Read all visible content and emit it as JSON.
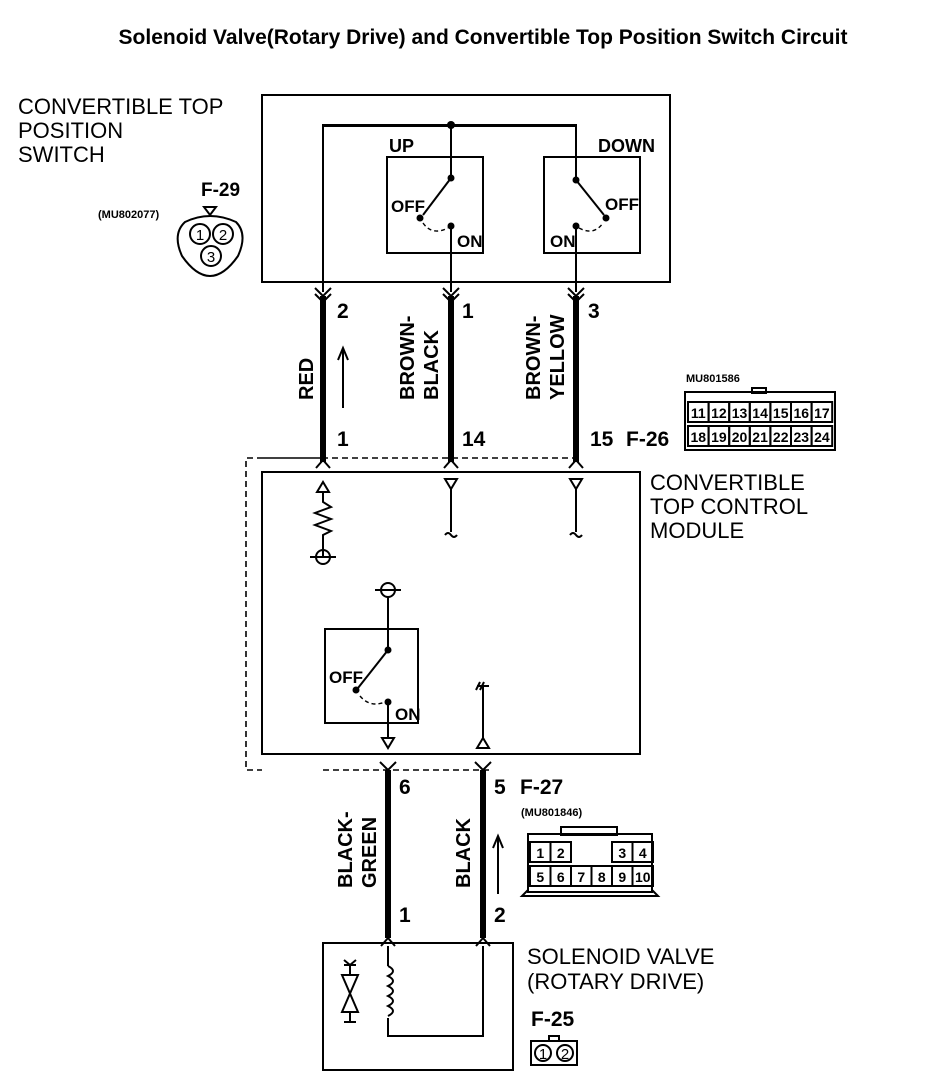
{
  "title": "Solenoid Valve(Rotary Drive) and Convertible Top Position Switch Circuit",
  "components": {
    "position_switch": {
      "label": [
        "CONVERTIBLE TOP",
        "POSITION",
        "SWITCH"
      ],
      "connector": "F-29",
      "part_number": "(MU802077)",
      "pins": [
        "1",
        "2",
        "3"
      ],
      "up_switch": {
        "label": "UP",
        "off": "OFF",
        "on": "ON"
      },
      "down_switch": {
        "label": "DOWN",
        "off": "OFF",
        "on": "ON"
      }
    },
    "control_module": {
      "label": [
        "CONVERTIBLE",
        "TOP CONTROL",
        "MODULE"
      ],
      "switch": {
        "off": "OFF",
        "on": "ON"
      }
    },
    "connector_f26": {
      "name": "F-26",
      "part_number": "MU801586",
      "row1": [
        "11",
        "12",
        "13",
        "14",
        "15",
        "16",
        "17"
      ],
      "row2": [
        "18",
        "19",
        "20",
        "21",
        "22",
        "23",
        "24"
      ]
    },
    "connector_f27": {
      "name": "F-27",
      "part_number": "(MU801846)",
      "row1": [
        "1",
        "2",
        "",
        "",
        "3",
        "4"
      ],
      "row2": [
        "5",
        "6",
        "7",
        "8",
        "9",
        "10"
      ]
    },
    "solenoid_valve": {
      "label": [
        "SOLENOID VALVE",
        "(ROTARY DRIVE)"
      ],
      "connector": "F-25",
      "pins": [
        "1",
        "2"
      ]
    }
  },
  "wires": [
    {
      "color": "RED",
      "switch_pin": "2",
      "module_pin": "1"
    },
    {
      "color": [
        "BROWN-",
        "BLACK"
      ],
      "switch_pin": "1",
      "module_pin": "14"
    },
    {
      "color": [
        "BROWN-",
        "YELLOW"
      ],
      "switch_pin": "3",
      "module_pin": "15"
    },
    {
      "color": [
        "BLACK-",
        "GREEN"
      ],
      "module_pin": "6",
      "valve_pin": "1"
    },
    {
      "color": "BLACK",
      "module_pin": "5",
      "valve_pin": "2"
    }
  ]
}
